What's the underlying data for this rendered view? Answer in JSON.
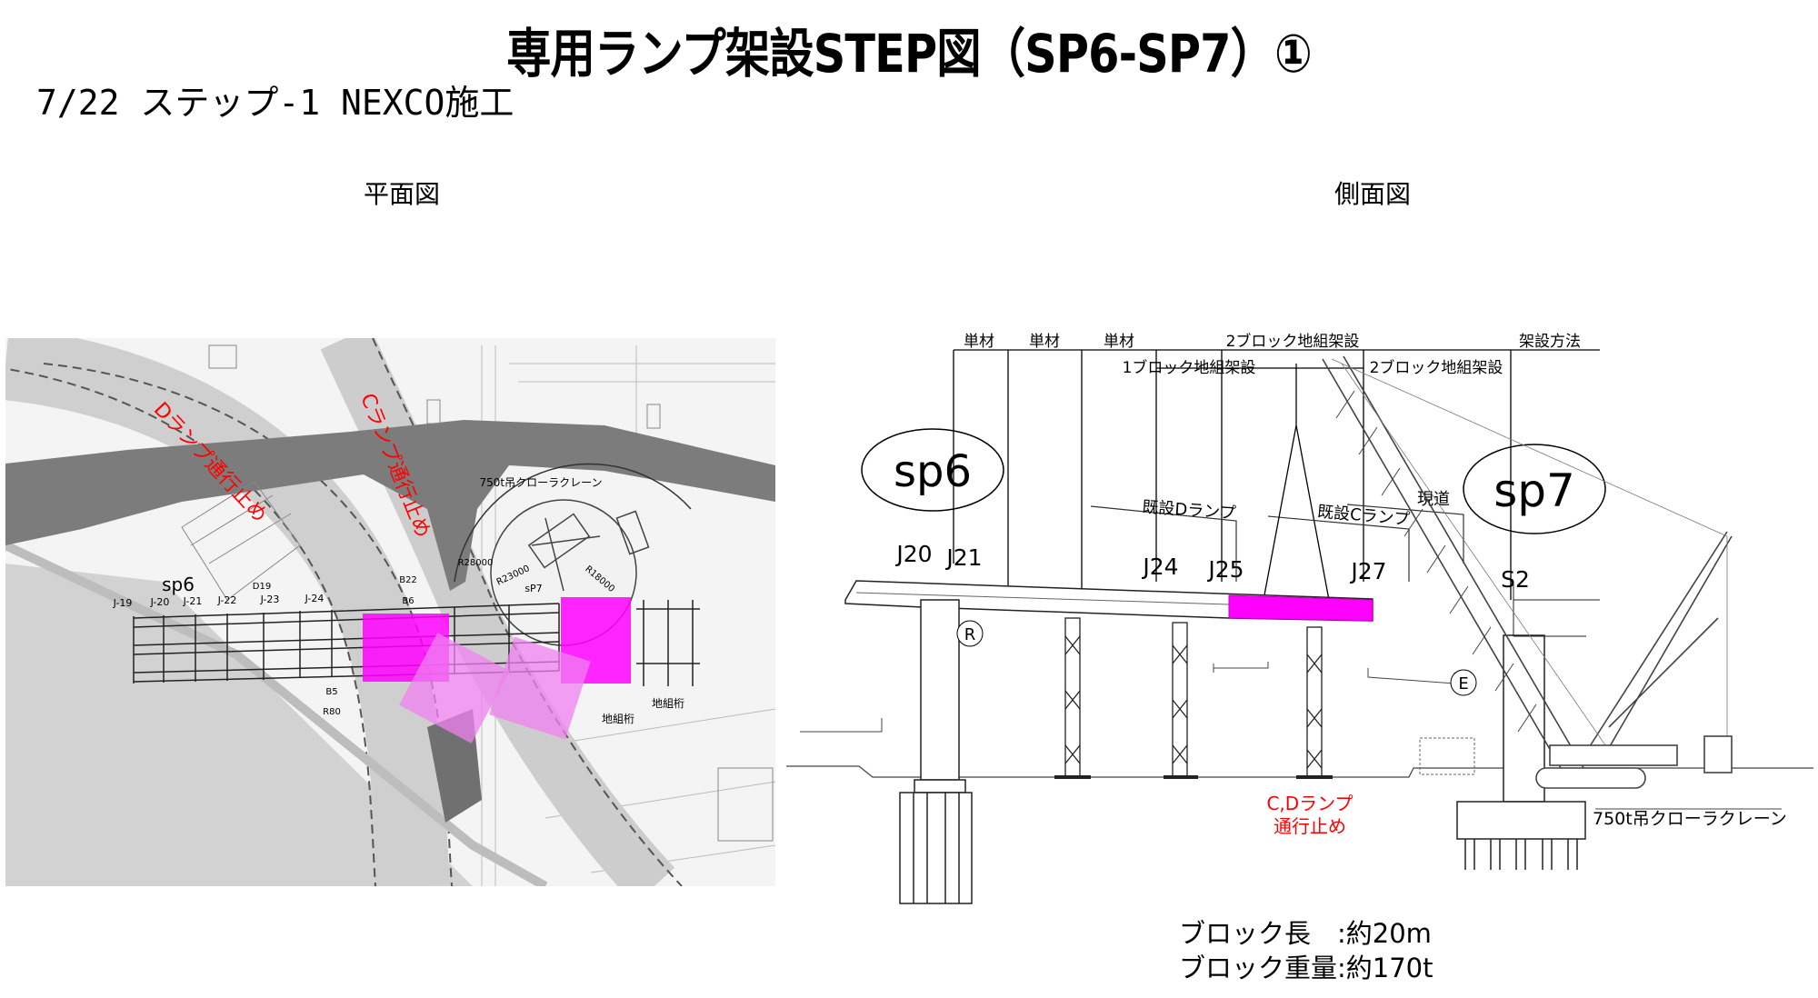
{
  "header": {
    "title": "専用ランプ架設STEP図（SP6-SP7）①",
    "subtitle": "7/22 ステップ-1 NEXCO施工"
  },
  "plan_view": {
    "caption": "平面図",
    "d_ramp_closed": "Dランプ通行止め",
    "c_ramp_closed": "Cランプ通行止め",
    "pier_label": "sp6",
    "sp7_label": "sP7",
    "joints": [
      "J-19",
      "J-20",
      "J-21",
      "J-22",
      "J-23",
      "J-24"
    ],
    "markers": [
      "D19",
      "B22",
      "B6",
      "B5",
      "R80"
    ],
    "radii": [
      "R28000",
      "R23000",
      "R18000"
    ],
    "crane_label": "750t吊クローラクレーン",
    "ground_girder_1": "地組桁",
    "ground_girder_2": "地組桁",
    "highlight_color": "#ff00ff",
    "secondary_color": "#f080f0",
    "closure_text_color": "#ff0000"
  },
  "side_view": {
    "caption": "側面図",
    "top_dims": [
      "単材",
      "単材",
      "単材",
      "2ブロック地組架設",
      "架設方法"
    ],
    "second_dims": [
      "1ブロック地組架設",
      "2ブロック地組架設"
    ],
    "sp6": "sp6",
    "sp7": "sp7",
    "joints": [
      "J20",
      "J21",
      "J24",
      "J25",
      "J27",
      "S2"
    ],
    "existing_d": "既設Dランプ",
    "existing_c": "既設Cランプ",
    "current_road": "現道",
    "marker_r": "R",
    "marker_e": "E",
    "closure_line1": "C,Dランプ",
    "closure_line2": "通行止め",
    "crane": "750t吊クローラクレーン"
  },
  "block_info": {
    "length": "ブロック長　:約20m",
    "weight": "ブロック重量:約170t"
  }
}
